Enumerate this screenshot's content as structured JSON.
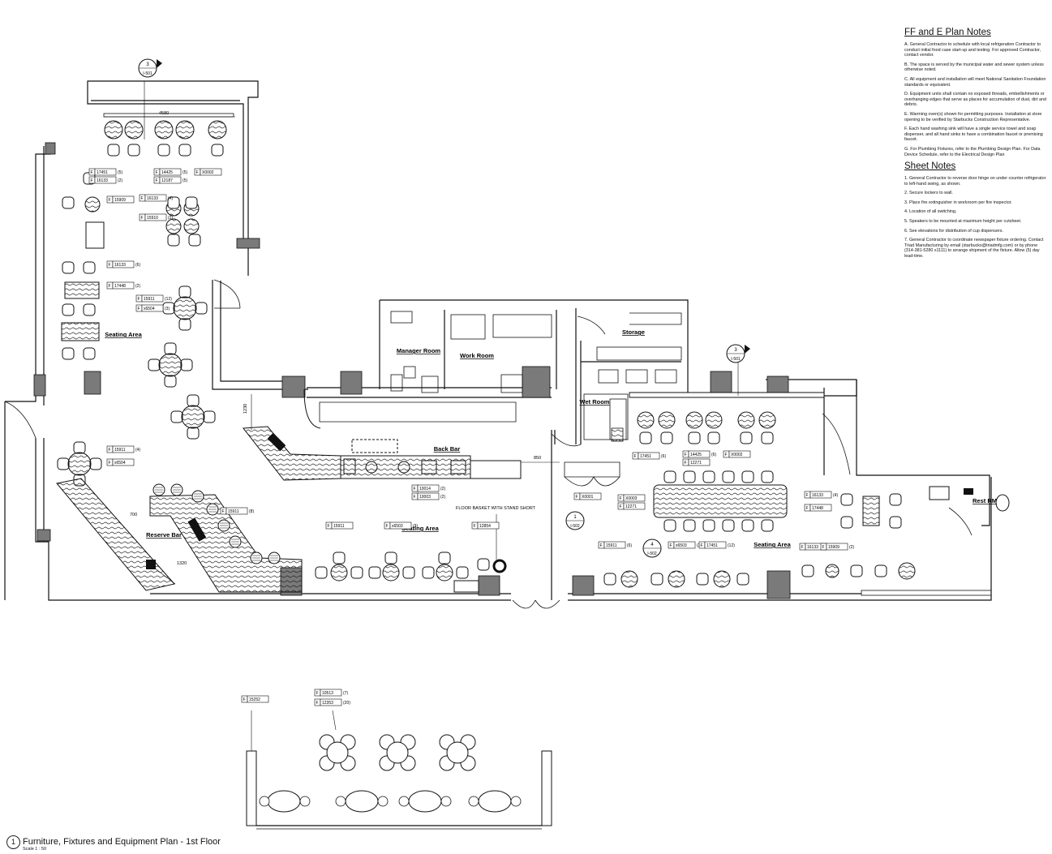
{
  "notes": {
    "ffe_title": "FF and E Plan Notes",
    "ffe_items": [
      "A. General Contractor to schedule with local refrigeration Contractor to conduct initial food case start-up and testing. For approved Contractor, contact vendor.",
      "B. The space is served by the municipal water and sewer system unless otherwise noted.",
      "C. All equipment and installation will meet National Sanitation Foundation standards or equivalent.",
      "D. Equipment units shall contain no exposed threads, embellishments or overhanging edges that serve as places for accumulation of dust, dirt and debris.",
      "E. Warming oven(s) shown for permitting purposes. Installation at store opening to be verified by Starbucks Construction Representative.",
      "F. Each hand washing sink will have a single service towel and soap dispenser, and all hand sinks to have a combination faucet or premixing faucet.",
      "G. For Plumbing Fixtures, refer to the Plumbing Design Plan. For Data Device Schedule, refer to the Electrical Design Plan"
    ],
    "sheet_title": "Sheet Notes",
    "sheet_items": [
      "1. General Contractor to reverse door hinge on under counter refrigerator to left-hand swing, as shown.",
      "2. Secure lockers to wall.",
      "3. Place fire extinguisher in workroom per fire inspector.",
      "4. Location of all switching.",
      "5. Speakers to be mounted at maximum height per cutsheet.",
      "6. See elevations for distribution of cup dispensers.",
      "7. General Contractor to coordinate newspaper fixture ordering. Contact Triad Manufacturing by email (starbucks@triadmfg.com) or by phone (314-381-5280 x1111) to arrange shipment of the fixture. Allow (5) day lead-time."
    ]
  },
  "rooms": {
    "seating_area_left": "Seating Area",
    "manager_room": "Manager Room",
    "work_room": "Work Room",
    "storage": "Storage",
    "wet_room": "Wet Room",
    "back_bar": "Back Bar",
    "reserve_bar": "Reserve Bar",
    "seating_area_mid": "Seating Area",
    "seating_area_right": "Seating Area",
    "rest_rm": "Rest RM"
  },
  "annotations": {
    "floor_basket": "FLOOR BASKET WITH STAND SHORT",
    "dim_4580": "4580",
    "dim_1230": "1230",
    "dim_850": "850",
    "dim_1320": "1320",
    "dim_700": "700"
  },
  "section_markers": [
    {
      "num": "3",
      "sheet": "I-501"
    },
    {
      "num": "3",
      "sheet": "I-501"
    },
    {
      "num": "1",
      "sheet": "I-502"
    },
    {
      "num": "4",
      "sheet": "I-502"
    }
  ],
  "tags": {
    "t1": {
      "code": "17451",
      "qty": "(5)"
    },
    "t2": {
      "code": "16133",
      "qty": "(2)"
    },
    "t3": {
      "code": "14425",
      "qty": "(5)"
    },
    "t4": {
      "code": "12187",
      "qty": "(5)"
    },
    "t5": {
      "code": "X0002",
      "qty": ""
    },
    "t6": {
      "code": "15909",
      "qty": ""
    },
    "t7": {
      "code": "16133",
      "qty": "(4)"
    },
    "t8": {
      "code": "15910",
      "qty": "(2)"
    },
    "t9": {
      "code": "16133",
      "qty": "(6)"
    },
    "t10": {
      "code": "17448",
      "qty": "(2)"
    },
    "t11": {
      "code": "15911",
      "qty": "(12)"
    },
    "t12": {
      "code": "x6504",
      "qty": "(3)"
    },
    "t13": {
      "code": "15911",
      "qty": "(4)"
    },
    "t14": {
      "code": "x6504",
      "qty": ""
    },
    "t15": {
      "code": "15911",
      "qty": "(8)"
    },
    "t16": {
      "code": "10014",
      "qty": "(2)"
    },
    "t17": {
      "code": "10003",
      "qty": "(2)"
    },
    "t18": {
      "code": "15911",
      "qty": ""
    },
    "t19": {
      "code": "x6503",
      "qty": "(3)"
    },
    "t20": {
      "code": "12854",
      "qty": ""
    },
    "t21": {
      "code": "X0001",
      "qty": ""
    },
    "t22": {
      "code": "17451",
      "qty": "(6)"
    },
    "t23": {
      "code": "14425",
      "qty": "(6)"
    },
    "t24": {
      "code": "12271",
      "qty": ""
    },
    "t25": {
      "code": "X0002",
      "qty": ""
    },
    "t26": {
      "code": "X0003",
      "qty": ""
    },
    "t27": {
      "code": "12271",
      "qty": ""
    },
    "t28": {
      "code": "15911",
      "qty": "(6)"
    },
    "t29": {
      "code": "x6503",
      "qty": "(3)"
    },
    "t30": {
      "code": "17451",
      "qty": "(12)"
    },
    "t31": {
      "code": "16133",
      "qty": "(4)"
    },
    "t32": {
      "code": "17448",
      "qty": ""
    },
    "t33": {
      "code": "16133",
      "qty": "(4)"
    },
    "t34": {
      "code": "15909",
      "qty": "(2)"
    },
    "t35": {
      "code": "15252",
      "qty": ""
    },
    "t36": {
      "code": "10513",
      "qty": "(7)"
    },
    "t37": {
      "code": "12353",
      "qty": "(20)"
    }
  },
  "title_block": {
    "number": "1",
    "title": "Furniture, Fixtures and Equipment Plan - 1st Floor",
    "scale": "Scale 1 : 50"
  },
  "colors": {
    "line": "#111111",
    "wall_fill": "#7a7a7a",
    "watermark": "#c8c8c8"
  }
}
